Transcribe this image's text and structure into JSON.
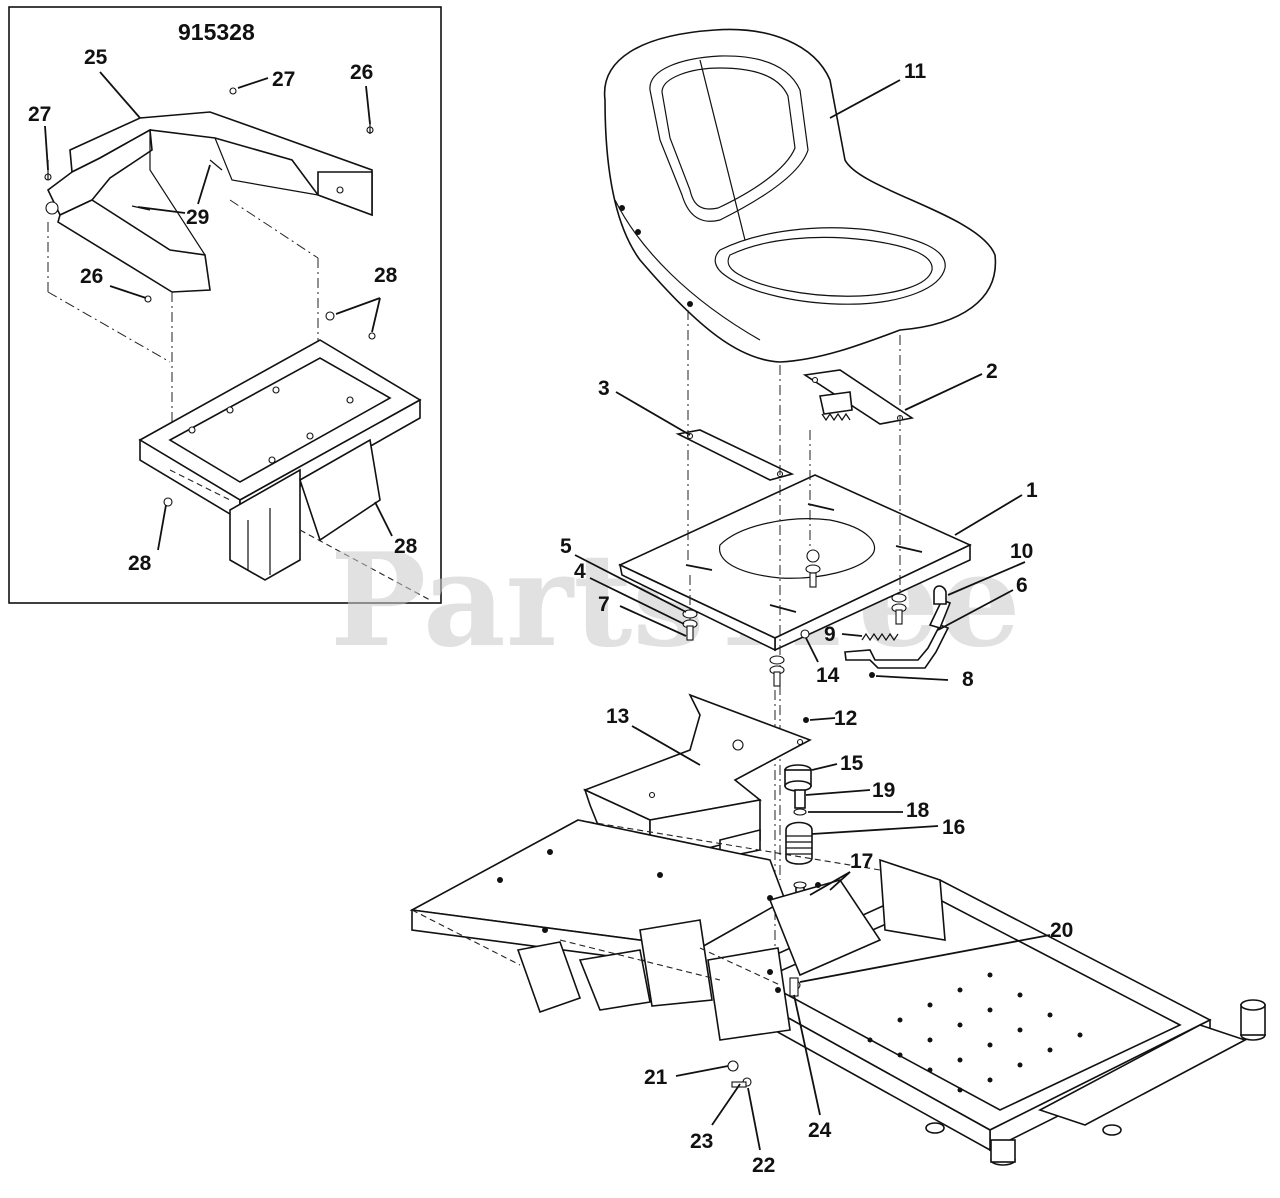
{
  "inset": {
    "title": "915328",
    "callouts": [
      "25",
      "27",
      "26",
      "27",
      "29",
      "26",
      "28",
      "28",
      "28"
    ]
  },
  "callouts": [
    "11",
    "2",
    "3",
    "1",
    "10",
    "5",
    "6",
    "4",
    "7",
    "9",
    "14",
    "8",
    "13",
    "12",
    "15",
    "19",
    "18",
    "16",
    "17",
    "20",
    "21",
    "23",
    "22",
    "24"
  ],
  "watermark": "PartsTree",
  "colors": {
    "ink": "#111111",
    "watermark": "#c9c9c9",
    "background": "#ffffff"
  }
}
